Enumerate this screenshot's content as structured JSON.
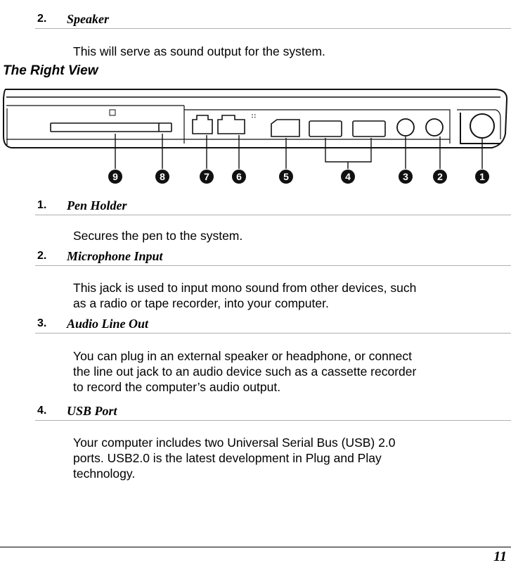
{
  "speaker": {
    "number": "2.",
    "title": "Speaker",
    "description": "This will serve as sound output for the system."
  },
  "section_heading": "The Right View",
  "diagram": {
    "callouts": [
      "9",
      "8",
      "7",
      "6",
      "5",
      "4",
      "3",
      "2",
      "1"
    ]
  },
  "items": [
    {
      "number": "1.",
      "title": "Pen Holder",
      "lines": [
        "Secures the pen to the system."
      ]
    },
    {
      "number": "2.",
      "title": "Microphone Input",
      "lines": [
        "This jack is used to input mono sound from other devices, such",
        "as a radio or tape recorder, into your computer."
      ]
    },
    {
      "number": "3.",
      "title": "Audio Line Out",
      "lines": [
        "You can plug in an external speaker or headphone, or connect",
        "the line out jack to an audio device such as a cassette recorder",
        "to record the computer’s audio output."
      ]
    },
    {
      "number": "4.",
      "title": "USB Port",
      "lines": [
        "Your computer includes two Universal Serial Bus (USB) 2.0",
        "ports. USB2.0 is the latest development in Plug and Play",
        "technology."
      ]
    }
  ],
  "page_number": "11"
}
